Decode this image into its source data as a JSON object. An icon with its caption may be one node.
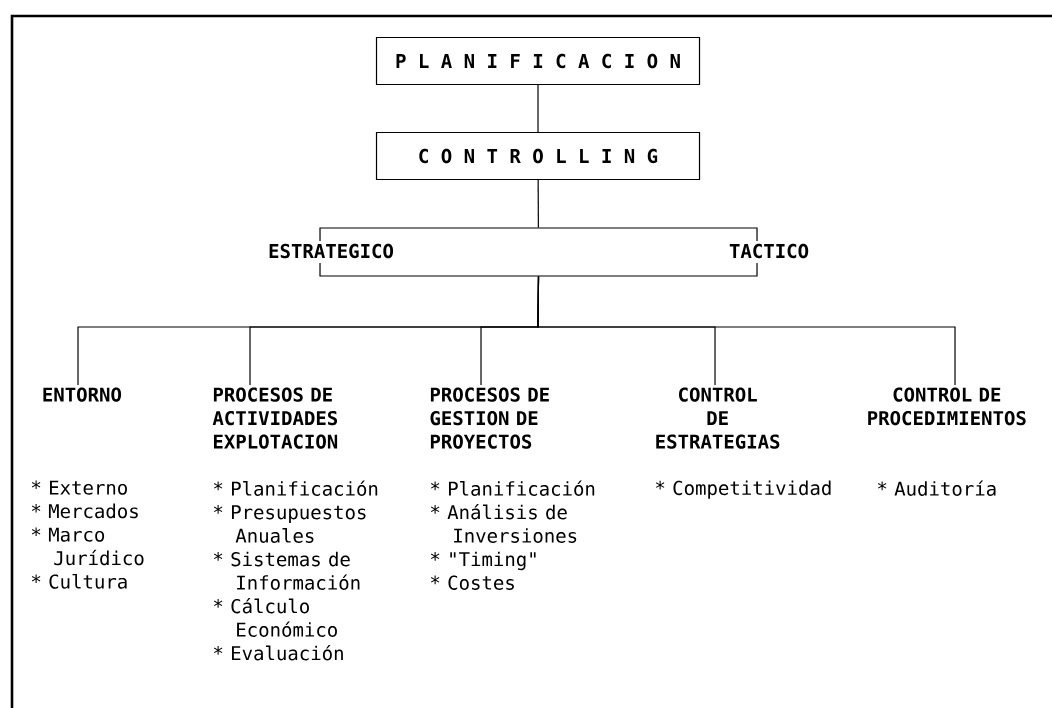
{
  "diagram": {
    "nodes": [
      {
        "text": [
          "P L A N I F I C A C I O N"
        ]
      },
      {
        "text": [
          "C O N T R O L L I N G"
        ]
      },
      {
        "text": [
          "ESTRATEGICO",
          "TACTICO"
        ]
      },
      {
        "text": [
          "ENTORNO"
        ],
        "beside": [
          "* Externo",
          "* Mercados",
          "* Marco Jurídico",
          "* Cultura"
        ]
      },
      {
        "text": [
          "PROCESOS DE ACTIVIDADES EXPLOTACION"
        ],
        "beside": [
          "* Planificación",
          "* Presupuestos Anuales",
          "* Sistemas de Información",
          "* Cálculo Económico",
          "* Evaluación"
        ]
      },
      {
        "text": [
          "PROCESOS DE GESTION DE PROYECTOS"
        ],
        "beside": [
          "* Planificación",
          "* Análisis de Inversiones",
          "* \"Timing\"",
          "* Costes"
        ]
      },
      {
        "text": [
          "CONTROL DE ESTRATEGIAS"
        ],
        "beside": [
          "* Competitividad"
        ]
      },
      {
        "text": [
          "CONTROL DE PROCEDIMIENTOS"
        ],
        "beside": [
          "* Auditoría"
        ]
      }
    ],
    "edges": [
      {
        "from": 0,
        "to": 1,
        "arrow": "none"
      },
      {
        "from": 1,
        "to": 2,
        "arrow": "none"
      },
      {
        "from": 2,
        "to": 3,
        "arrow": "none"
      },
      {
        "from": 2,
        "to": 4,
        "arrow": "none"
      },
      {
        "from": 2,
        "to": 5,
        "arrow": "none"
      },
      {
        "from": 2,
        "to": 6,
        "arrow": "none"
      },
      {
        "from": 2,
        "to": 7,
        "arrow": "none"
      }
    ]
  }
}
